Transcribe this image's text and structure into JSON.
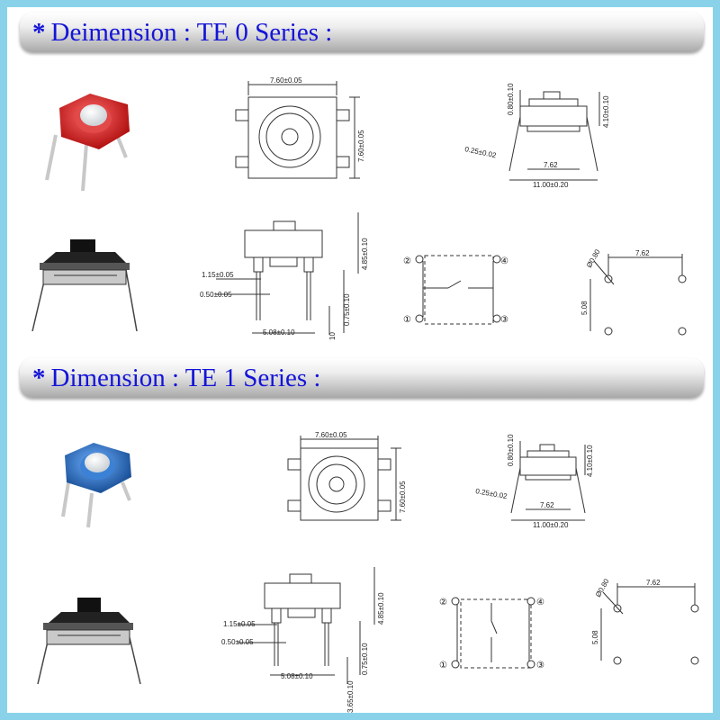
{
  "sections": [
    {
      "title": "Deimension : TE 0 Series :",
      "cap_color": "#d81e1e",
      "top_view": {
        "width": "7.60±0.05",
        "height": "7.60±0.05"
      },
      "side_view": {
        "cap_h": "0.80±0.10",
        "body_h": "4.10±0.10",
        "lead": "0.25±0.02",
        "pitch": "7.62",
        "span": "11.00±0.20"
      },
      "front_view": {
        "h1": "4.85±0.10",
        "pin_w1": "1.15±0.05",
        "pin_w2": "0.50±0.05",
        "standoff": "0.75±0.10",
        "pitch": "5.08±0.10",
        "lead_len": "10"
      },
      "circuit": {
        "pins": [
          "①",
          "②",
          "③",
          "④"
        ]
      },
      "footprint": {
        "hole": "Ø0.80",
        "x": "7.62",
        "y": "5.08"
      }
    },
    {
      "title": "Dimension : TE 1 Series :",
      "cap_color": "#2a6fc0",
      "top_view": {
        "width": "7.60±0.05",
        "height": "7.60±0.05"
      },
      "side_view": {
        "cap_h": "0.80±0.10",
        "body_h": "4.10±0.10",
        "lead": "0.25±0.02",
        "pitch": "7.62",
        "span": "11.00±0.20"
      },
      "front_view": {
        "h1": "4.85±0.10",
        "pin_w1": "1.15±0.05",
        "pin_w2": "0.50±0.05",
        "standoff": "0.75±0.10",
        "pitch": "5.08±0.10",
        "lead_len": "3.65±0.10"
      },
      "circuit": {
        "pins": [
          "①",
          "②",
          "③",
          "④"
        ]
      },
      "footprint": {
        "hole": "Ø0.80",
        "x": "7.62",
        "y": "5.08"
      }
    }
  ],
  "colors": {
    "banner_text": "#1414d8",
    "frame": "#8ad2ea"
  }
}
